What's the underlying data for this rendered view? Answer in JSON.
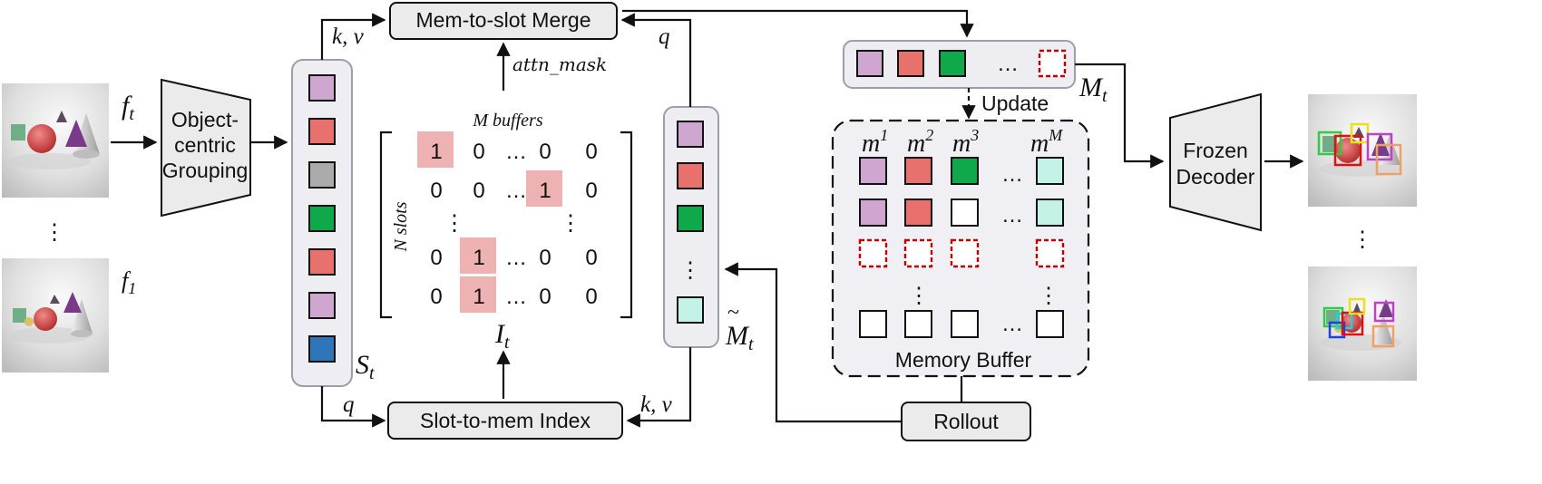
{
  "labels": {
    "grouping": [
      "Object-",
      "centric",
      "Grouping"
    ],
    "merge": "Mem-to-slot Merge",
    "index": "Slot-to-mem Index",
    "rollout": "Rollout",
    "decoder": [
      "Frozen",
      "Decoder"
    ],
    "memory_buffer": "Memory Buffer",
    "update": "Update",
    "attn_mask": "attn_mask",
    "m_buffers": "M buffers",
    "n_slots": "N slots",
    "kv_top": "k, v",
    "kv_bottom": "k, v",
    "q_top": "q",
    "q_bottom": "q",
    "f_t": "f",
    "f_t_sub": "t",
    "f_1": "f",
    "f_1_sub": "1",
    "S_t": "S",
    "S_t_sub": "t",
    "M_t": "M",
    "M_t_sub": "t",
    "Mtilde": "M",
    "Mtilde_sub": "t",
    "I_t": "I",
    "I_t_sub": "t",
    "vdots": "⋮",
    "ellipsis": "…",
    "buffer_heads": [
      {
        "base": "m",
        "sup": "1"
      },
      {
        "base": "m",
        "sup": "2"
      },
      {
        "base": "m",
        "sup": "3"
      },
      {
        "base": "m",
        "sup": "M"
      }
    ]
  },
  "matrix": {
    "rows": [
      [
        "1",
        "0",
        "…",
        "0",
        "0"
      ],
      [
        "0",
        "0",
        "…",
        "1",
        "0"
      ],
      [
        "0",
        "1",
        "…",
        "0",
        "0"
      ],
      [
        "0",
        "1",
        "…",
        "0",
        "0"
      ]
    ],
    "highlight": [
      [
        0,
        0
      ],
      [
        1,
        3
      ],
      [
        2,
        1
      ],
      [
        3,
        1
      ]
    ]
  },
  "colors": {
    "purple": "#cfa6d0",
    "red": "#e8716e",
    "gray": "#ababab",
    "green": "#0fa84a",
    "blue": "#2f76b8",
    "cyan": "#c5f2e6",
    "highlight": "#eeb2b2",
    "panel": "#eeeef2",
    "dash_red": "#c00000"
  },
  "slot_stack": [
    "purple",
    "red",
    "gray",
    "green",
    "red",
    "purple",
    "blue"
  ],
  "mtilde_stack": [
    "purple",
    "red",
    "green",
    "cyan"
  ],
  "memory_row": [
    "purple",
    "red",
    "green",
    "empty-red"
  ],
  "buffer_grid": [
    [
      "purple",
      "red",
      "green",
      "cyan"
    ],
    [
      "purple",
      "red",
      "empty",
      "cyan"
    ],
    [
      "empty-red",
      "empty-red",
      "empty-red",
      "empty-red"
    ],
    [
      "empty",
      "empty",
      "empty",
      "empty"
    ]
  ]
}
